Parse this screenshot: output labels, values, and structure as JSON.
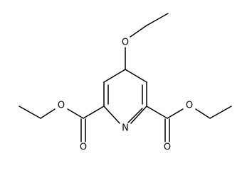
{
  "structure": {
    "atom_labels": {
      "ring_nitrogen": "N",
      "ether_oxygen": "O",
      "left_ester_single_oxygen": "O",
      "left_carbonyl_oxygen": "O",
      "right_ester_single_oxygen": "O",
      "right_carbonyl_oxygen": "O"
    },
    "colors": {
      "bond": "#000000",
      "label": "#000000",
      "background": "#ffffff"
    }
  }
}
